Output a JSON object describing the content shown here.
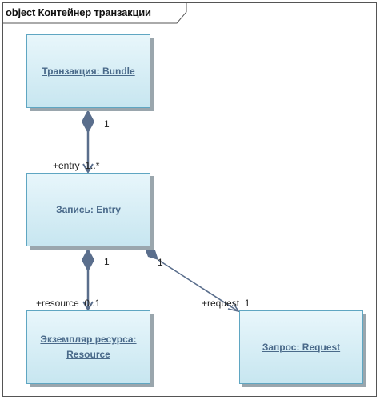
{
  "frame": {
    "title": "object Контейнер транзакции"
  },
  "objects": {
    "bundle": "Транзакция: Bundle",
    "entry": "Запись: Entry",
    "resource": "Экземпляр ресурса: Resource",
    "request": "Запрос: Request"
  },
  "links": {
    "bundle_entry": {
      "source_mult": "1",
      "target_label": "+entry  1..*"
    },
    "entry_resource": {
      "source_mult": "1",
      "target_label": "+resource  0..1"
    },
    "entry_request": {
      "source_mult": "1",
      "target_label": "+request  1"
    }
  },
  "colors": {
    "line": "#5a6e8c",
    "box_border": "#5fa6c2",
    "box_fill": "#d6eef6"
  }
}
